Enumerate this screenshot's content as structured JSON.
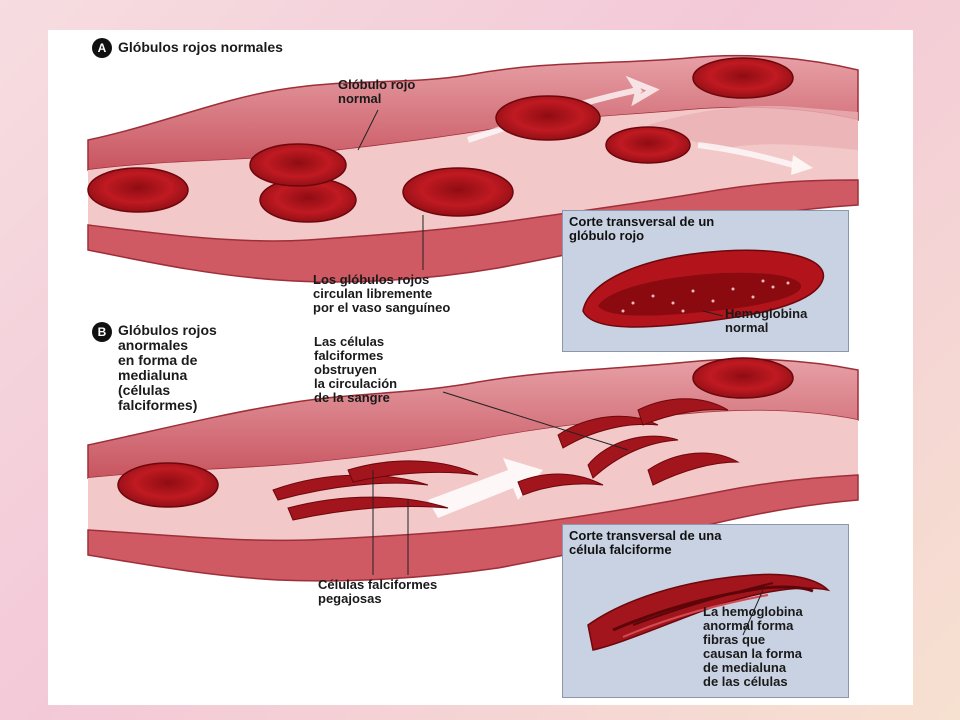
{
  "panel_a": {
    "badge": "A",
    "title": "Glóbulos rojos normales",
    "callout_cell": "Glóbulo rojo\nnormal",
    "callout_flow": "Los glóbulos rojos\ncirculan libremente\npor el vaso sanguíneo",
    "inset_title": "Corte transversal de un\nglóbulo rojo",
    "inset_label": "Hemoglobina\nnormal"
  },
  "panel_b": {
    "badge": "B",
    "title": "Glóbulos rojos\nanormales\nen forma de\nmedialuna\n(células\nfalciformes)",
    "callout_obstruct": "Las células\nfalciformes\nobstruyen\nla circulación\nde la sangre",
    "callout_sticky": "Células falciformes\npegajosas",
    "inset_title": "Corte transversal de una\ncélula falciforme",
    "inset_label": "La hemoglobina\nanormal forma\nfibras que\ncausan la forma\nde medialuna\nde las células"
  },
  "colors": {
    "vessel_wall": "#c8505a",
    "vessel_inner": "#e9a4a8",
    "cell": "#b3141c",
    "cell_dark": "#7d0a10",
    "inset_bg": "#c9d2e2"
  }
}
